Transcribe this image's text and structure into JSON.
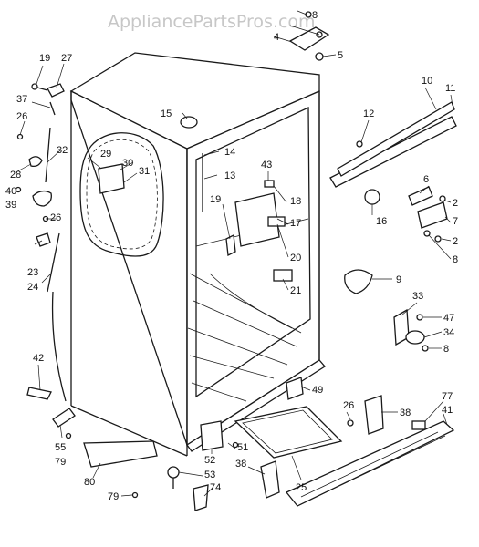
{
  "watermark": "AppliancePartsPros.com",
  "labels": {
    "p2a": "2",
    "p2b": "2",
    "p4": "4",
    "p5": "5",
    "p6": "6",
    "p7": "7",
    "p8a": "8",
    "p8b": "8",
    "p8c": "8",
    "p9": "9",
    "p10": "10",
    "p11": "11",
    "p12": "12",
    "p13": "13",
    "p14": "14",
    "p15": "15",
    "p16": "16",
    "p17": "17",
    "p18": "18",
    "p19a": "19",
    "p19b": "19",
    "p20": "20",
    "p21": "21",
    "p23": "23",
    "p24": "24",
    "p25": "25",
    "p26a": "26",
    "p26b": "26",
    "p26c": "26",
    "p27": "27",
    "p28": "28",
    "p29": "29",
    "p30": "30",
    "p31": "31",
    "p32": "32",
    "p33": "33",
    "p34": "34",
    "p37": "37",
    "p38a": "38",
    "p38b": "38",
    "p39": "39",
    "p40": "40",
    "p41": "41",
    "p42": "42",
    "p43": "43",
    "p47": "47",
    "p49": "49",
    "p51": "51",
    "p52": "52",
    "p53": "53",
    "p55": "55",
    "p74": "74",
    "p77": "77",
    "p79a": "79",
    "p79b": "79",
    "p80": "80"
  }
}
